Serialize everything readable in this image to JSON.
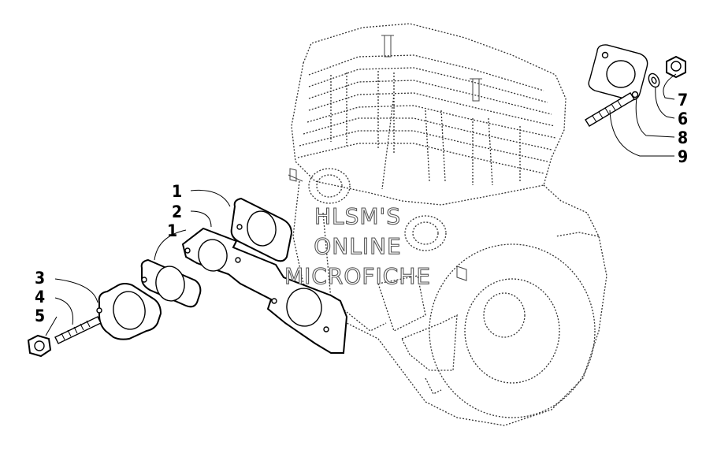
{
  "watermark": {
    "line1": "HLSM'S",
    "line2": "ONLINE",
    "line3": "MICROFICHE"
  },
  "callouts": {
    "left": [
      "1",
      "2",
      "1",
      "3",
      "4",
      "5"
    ],
    "right": [
      "7",
      "6",
      "8",
      "9"
    ]
  },
  "icons": {
    "engine": "engine-block-outline",
    "gasket": "exhaust-gasket",
    "flange": "exhaust-flange",
    "stud": "threaded-stud",
    "nut": "hex-nut"
  }
}
